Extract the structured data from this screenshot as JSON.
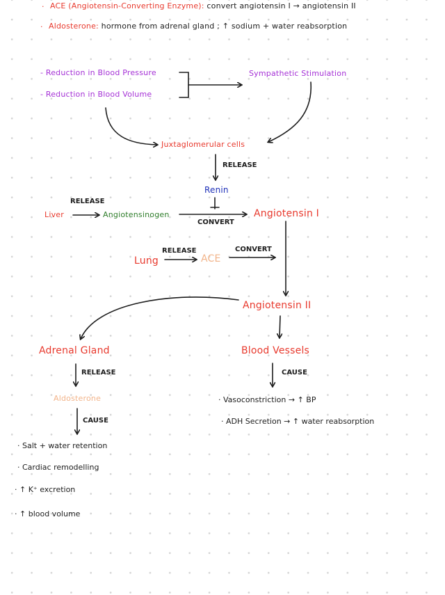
{
  "header": {
    "ace_term": "ACE (Angiotensin-Converting Enzyme):",
    "ace_desc": "convert angiotensin I → angiotensin II",
    "aldo_term": "Aldosterone:",
    "aldo_desc": "hormone from adrenal gland ; ↑ sodium + water reabsorption"
  },
  "triggers": {
    "bp": "- Reduction in Blood Pressure",
    "bv": "- Reduction in Blood Volume",
    "symp": "Sympathetic Stimulation"
  },
  "nodes": {
    "jg": "Juxtaglomerular cells",
    "renin": "Renin",
    "liver": "Liver",
    "angiotensinogen": "Angiotensinogen",
    "ang1": "Angiotensin I",
    "lung": "Lung",
    "ace": "ACE",
    "ang2": "Angiotensin II",
    "adrenal": "Adrenal Gland",
    "vessels": "Blood Vessels",
    "aldosterone": "Aldosterone"
  },
  "labels": {
    "release_jg": "RELEASE",
    "release_liver": "RELEASE",
    "convert_ang1": "CONVERT",
    "release_lung": "RELEASE",
    "convert_ace": "CONVERT",
    "release_adrenal": "RELEASE",
    "cause_vessels": "CAUSE",
    "cause_aldo": "CAUSE"
  },
  "vessel_effects": [
    "· Vasoconstriction → ↑ BP",
    "· ADH Secretion → ↑ water reabsorption"
  ],
  "aldo_effects": [
    "· Salt + water retention",
    "· Cardiac remodelling",
    "· ↑ K⁺ excretion",
    "· ↑ blood volume"
  ],
  "colors": {
    "red": "#e8392d",
    "purple": "#a531d6",
    "green": "#2e7d2a",
    "blue": "#1d2fb8",
    "peach": "#f2b48a",
    "ink": "#1c1c1c"
  }
}
